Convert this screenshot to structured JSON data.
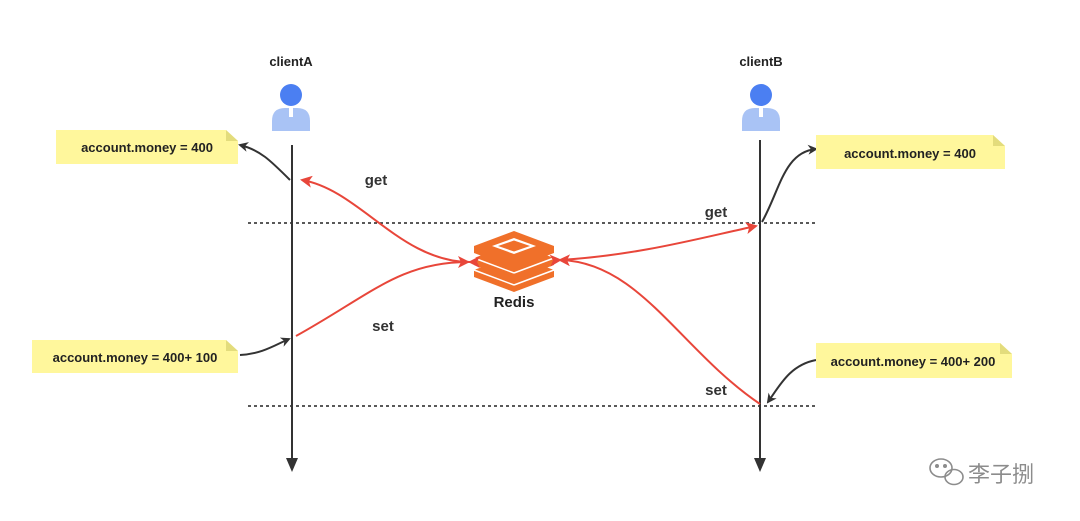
{
  "clients": {
    "a": {
      "label": "clientA"
    },
    "b": {
      "label": "clientB"
    }
  },
  "server": {
    "label": "Redis",
    "color": "#f0702a"
  },
  "notes": {
    "a_get": "account.money = 400",
    "a_set": "account.money = 400+ 100",
    "b_get": "account.money = 400",
    "b_set": "account.money = 400+ 200"
  },
  "operations": {
    "a_get": "get",
    "a_set": "set",
    "b_get": "get",
    "b_set": "set"
  },
  "watermark": {
    "text": "李子捌"
  },
  "colors": {
    "arrow": "#e8463a",
    "note_bg": "#fff79c",
    "person": "#4b7ff2",
    "person_body": "#a9c3f5",
    "timeline": "#333333"
  }
}
